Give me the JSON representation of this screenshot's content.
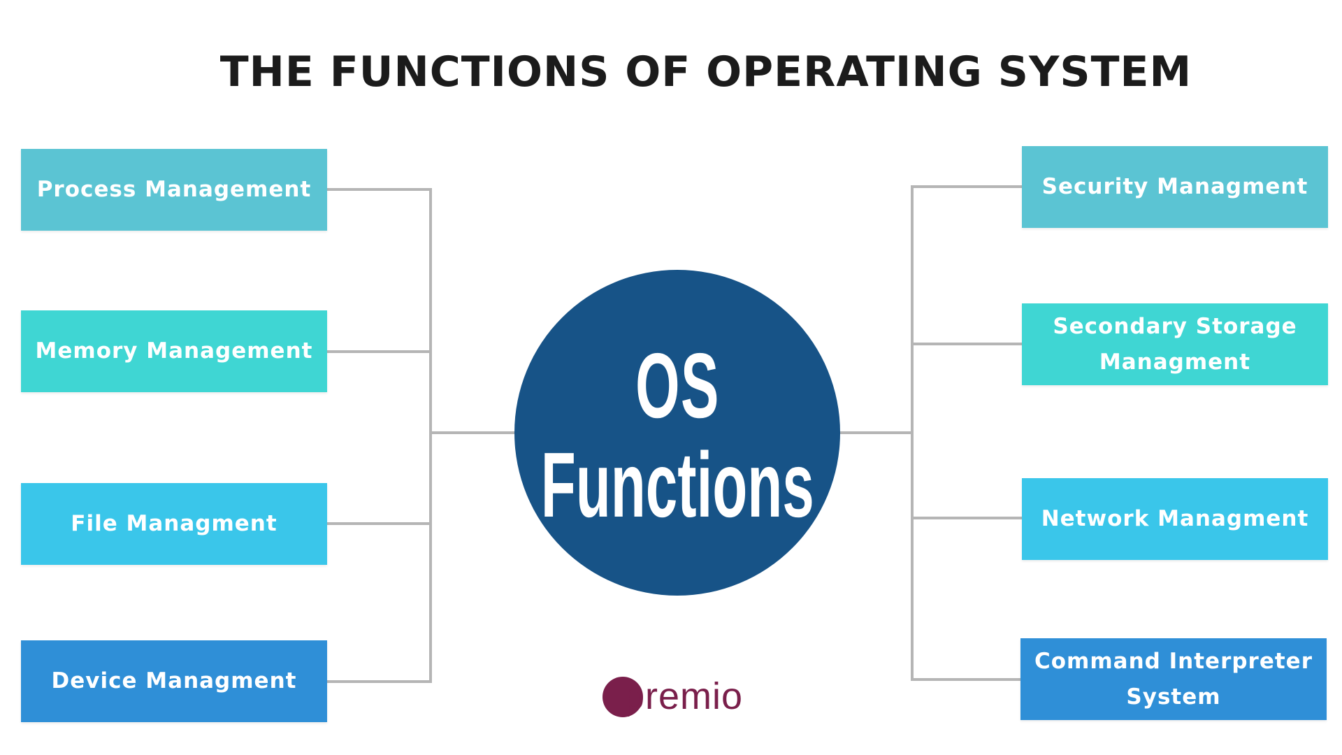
{
  "title": "THE FUNCTIONS OF OPERATING SYSTEM",
  "center": {
    "line1": "OS",
    "line2": "Functions",
    "color": "#175387"
  },
  "left_nodes": [
    {
      "label": "Process Management",
      "color": "#5bc4d3"
    },
    {
      "label": "Memory Management",
      "color": "#3fd6d3"
    },
    {
      "label": "File Managment",
      "color": "#3ac6ea"
    },
    {
      "label": "Device Managment",
      "color": "#2f8fd7"
    }
  ],
  "right_nodes": [
    {
      "label": "Security Managment",
      "color": "#5bc4d3"
    },
    {
      "label": "Secondary Storage\nManagment",
      "color": "#3fd6d3"
    },
    {
      "label": "Network Managment",
      "color": "#3ac6ea"
    },
    {
      "label": "Command Interpreter\nSystem",
      "color": "#2f8fd7"
    }
  ],
  "connector_color": "#b5b5b5",
  "logo": {
    "text": "premio",
    "color": "#7a1f4b"
  }
}
